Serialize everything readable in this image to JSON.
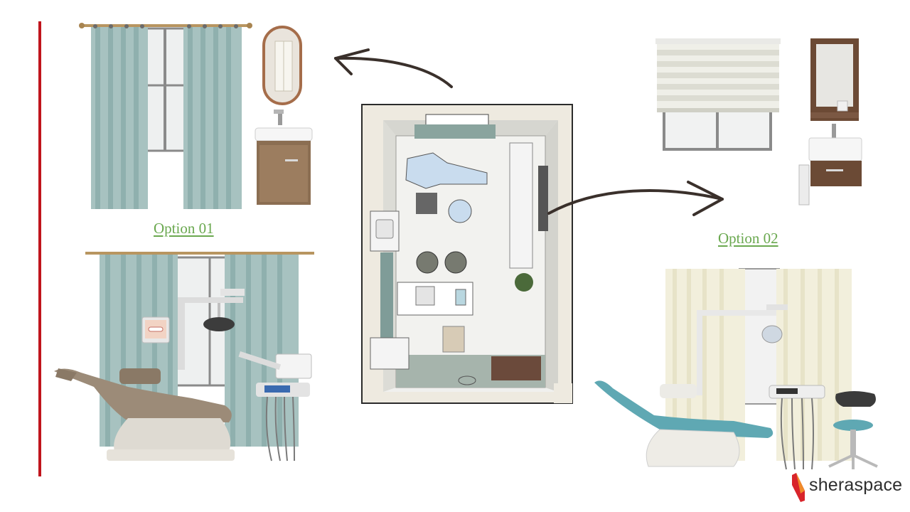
{
  "slide": {
    "accent_color": "#c0151d",
    "label_color": "#6aa84f"
  },
  "option_1": {
    "label": "Option 01",
    "items": [
      "curtain-panels",
      "oval-mirror",
      "wall-vanity-sink",
      "dental-chair-unit-taupe"
    ]
  },
  "option_2": {
    "label": "Option 02",
    "items": [
      "zebra-roller-blind",
      "wood-frame-mirror",
      "wall-vanity-sink",
      "dental-chair-unit-teal",
      "operator-stool"
    ]
  },
  "floor_plan": {
    "items": [
      "dental-chair",
      "operator-stools",
      "sink-counter",
      "cabinet-counter",
      "plant",
      "door-mat"
    ]
  },
  "brand": {
    "name": "sheraspace"
  }
}
